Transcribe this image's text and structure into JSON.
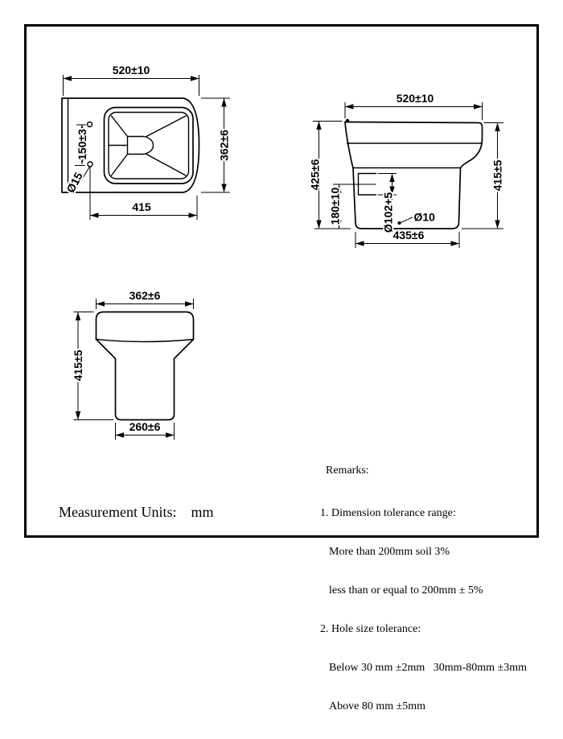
{
  "colors": {
    "line": "#000000",
    "background": "#ffffff"
  },
  "drawing": {
    "plan": {
      "width": "520±10",
      "depth": "362±6",
      "hole_pitch": "150±3",
      "hole_dia": "Ø15",
      "hole_to_front": "415"
    },
    "side": {
      "width": "520±10",
      "height_back": "425±6",
      "outlet_center_height": "180±10",
      "outlet_dia": "Ø102+5",
      "fixing_hole_dia": "Ø10",
      "base_depth": "435±6",
      "height_front": "415±5"
    },
    "front": {
      "width": "362±6",
      "height": "415±5",
      "base_width": "260±6"
    }
  },
  "remarks": {
    "title": "Remarks:",
    "lines": [
      "1. Dimension tolerance range:",
      "More than 200mm soil 3%",
      "less than or equal to 200mm ± 5%",
      "2. Hole size tolerance:",
      "Below 30 mm ±2mm   30mm-80mm ±3mm",
      "Above 80 mm ±5mm"
    ]
  },
  "footer": {
    "units_label": "Measurement Units:",
    "units_value": "mm"
  }
}
